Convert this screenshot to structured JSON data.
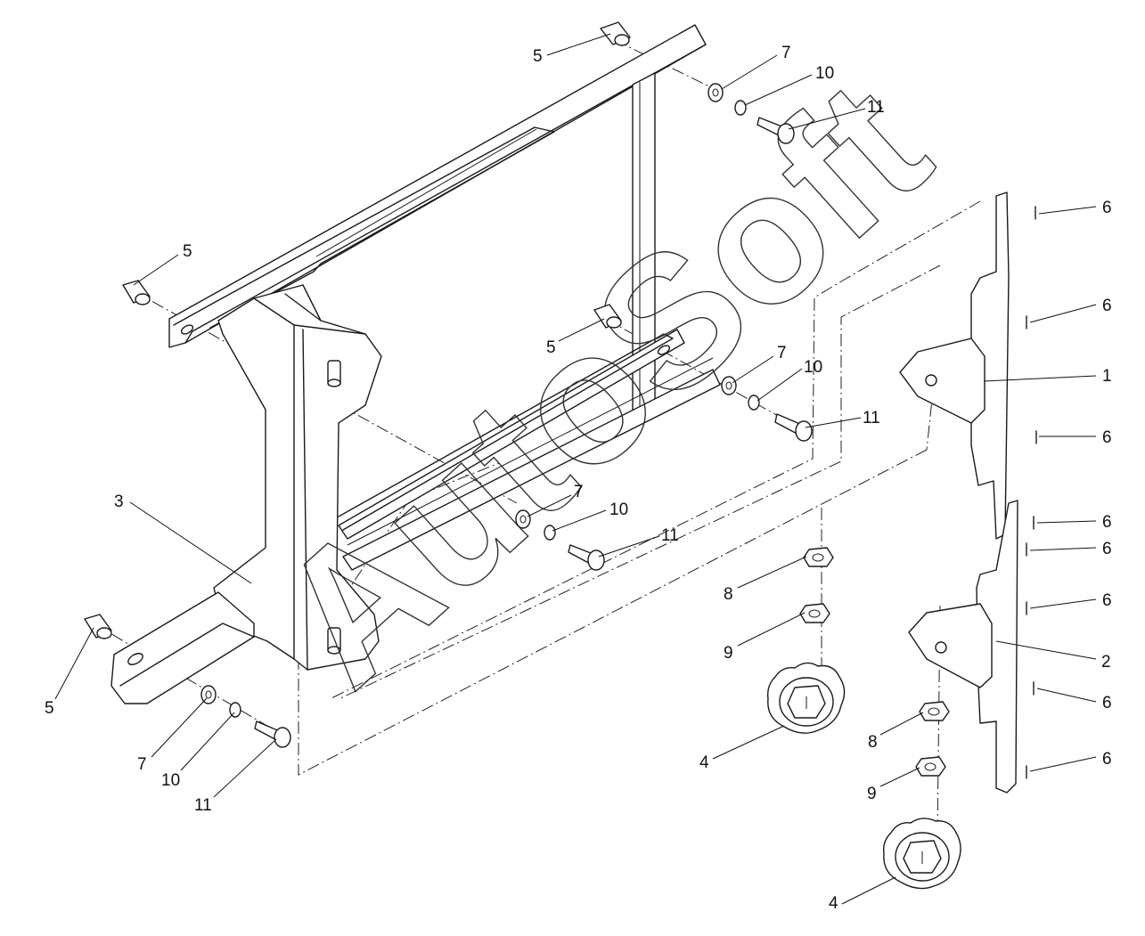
{
  "diagram": {
    "watermark": "AutoSoft",
    "corner_mark": "",
    "callouts": {
      "c1": "1",
      "c2": "2",
      "c3": "3",
      "c4a": "4",
      "c4b": "4",
      "c5a": "5",
      "c5b": "5",
      "c5c": "5",
      "c5d": "5",
      "c6a": "6",
      "c6b": "6",
      "c6c": "6",
      "c6d": "6",
      "c6e": "6",
      "c6f": "6",
      "c6g": "6",
      "c6h": "6",
      "c7a": "7",
      "c7b": "7",
      "c7c": "7",
      "c7d": "7",
      "c8a": "8",
      "c8b": "8",
      "c9a": "9",
      "c9b": "9",
      "c10a": "10",
      "c10b": "10",
      "c10c": "10",
      "c10d": "10",
      "c11a": "11",
      "c11b": "11",
      "c11c": "11",
      "c11d": "11"
    }
  }
}
